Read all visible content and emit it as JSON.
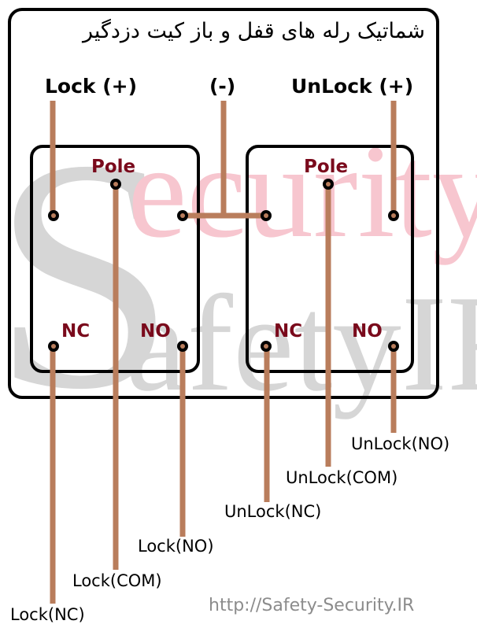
{
  "title": "شماتیک رله های قفل و باز کیت دزدگیر",
  "headers": {
    "lock_plus": "Lock (+)",
    "minus": "(-)",
    "unlock_plus": "UnLock (+)"
  },
  "relays": [
    {
      "name": "lock-relay",
      "pole": "Pole",
      "nc": "NC",
      "no": "NO"
    },
    {
      "name": "unlock-relay",
      "pole": "Pole",
      "nc": "NC",
      "no": "NO"
    }
  ],
  "wire_labels": {
    "lock_nc": "Lock(NC)",
    "lock_com": "Lock(COM)",
    "lock_no": "Lock(NO)",
    "unlock_nc": "UnLock(NC)",
    "unlock_com": "UnLock(COM)",
    "unlock_no": "UnLock(NO)"
  },
  "watermark": {
    "big_letter": "S",
    "word_security": "ecurity",
    "word_safety": "afetyIR"
  },
  "footer_url": "http://Safety-Security.IR",
  "colors": {
    "wire": "#b97d5c",
    "terminal_label": "#7a0a1c",
    "outline": "#000000"
  }
}
